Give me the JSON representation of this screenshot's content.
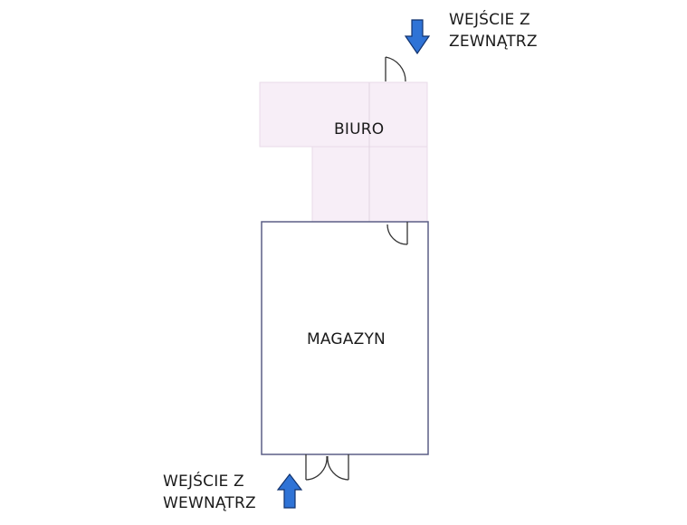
{
  "rooms": {
    "office": "BIURO",
    "warehouse": "MAGAZYN"
  },
  "entrances": {
    "outside": [
      "WEJŚCIE Z",
      "ZEWNĄTRZ"
    ],
    "inside": [
      "WEJŚCIE Z",
      "WEWNĄTRZ"
    ]
  },
  "colors": {
    "room_fill": "#f7eef7",
    "wall": "#5b5f86",
    "arrow_fill": "#2f73d6",
    "arrow_stroke": "#12336e"
  }
}
